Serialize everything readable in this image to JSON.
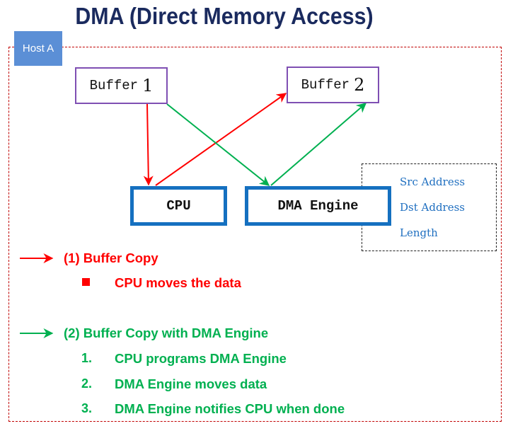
{
  "title": "DMA (Direct Memory Access)",
  "host_label": "Host A",
  "nodes": {
    "buffer1": {
      "text": "Buffer",
      "num": "1"
    },
    "buffer2": {
      "text": "Buffer",
      "num": "2"
    },
    "cpu": "CPU",
    "dma_engine": "DMA Engine"
  },
  "registers": [
    "Src Address",
    "Dst Address",
    "Length"
  ],
  "legend": {
    "buffer_copy": {
      "label": "(1) Buffer Copy",
      "color": "#ff0000",
      "bullets": [
        "CPU moves the data"
      ]
    },
    "dma_copy": {
      "label": "(2) Buffer Copy with DMA Engine",
      "color": "#00b050",
      "steps": [
        {
          "num": "1.",
          "text": "CPU programs DMA Engine"
        },
        {
          "num": "2.",
          "text": "DMA Engine moves data"
        },
        {
          "num": "3.",
          "text": "DMA Engine notifies CPU when done"
        }
      ]
    }
  },
  "edges": [
    {
      "from": "buffer1",
      "to": "cpu",
      "color": "red"
    },
    {
      "from": "cpu",
      "to": "buffer2",
      "color": "red"
    },
    {
      "from": "buffer1",
      "to": "dma_engine",
      "color": "green"
    },
    {
      "from": "dma_engine",
      "to": "buffer2",
      "color": "green"
    }
  ],
  "colors": {
    "title": "#1a2a5e",
    "host_frame": "#c00000",
    "host_label_bg": "#5b8fd6",
    "buffer_border": "#7f4fb3",
    "unit_border": "#1570c0",
    "register_text": "#1f6fc0",
    "red": "#ff0000",
    "green": "#00b050"
  }
}
